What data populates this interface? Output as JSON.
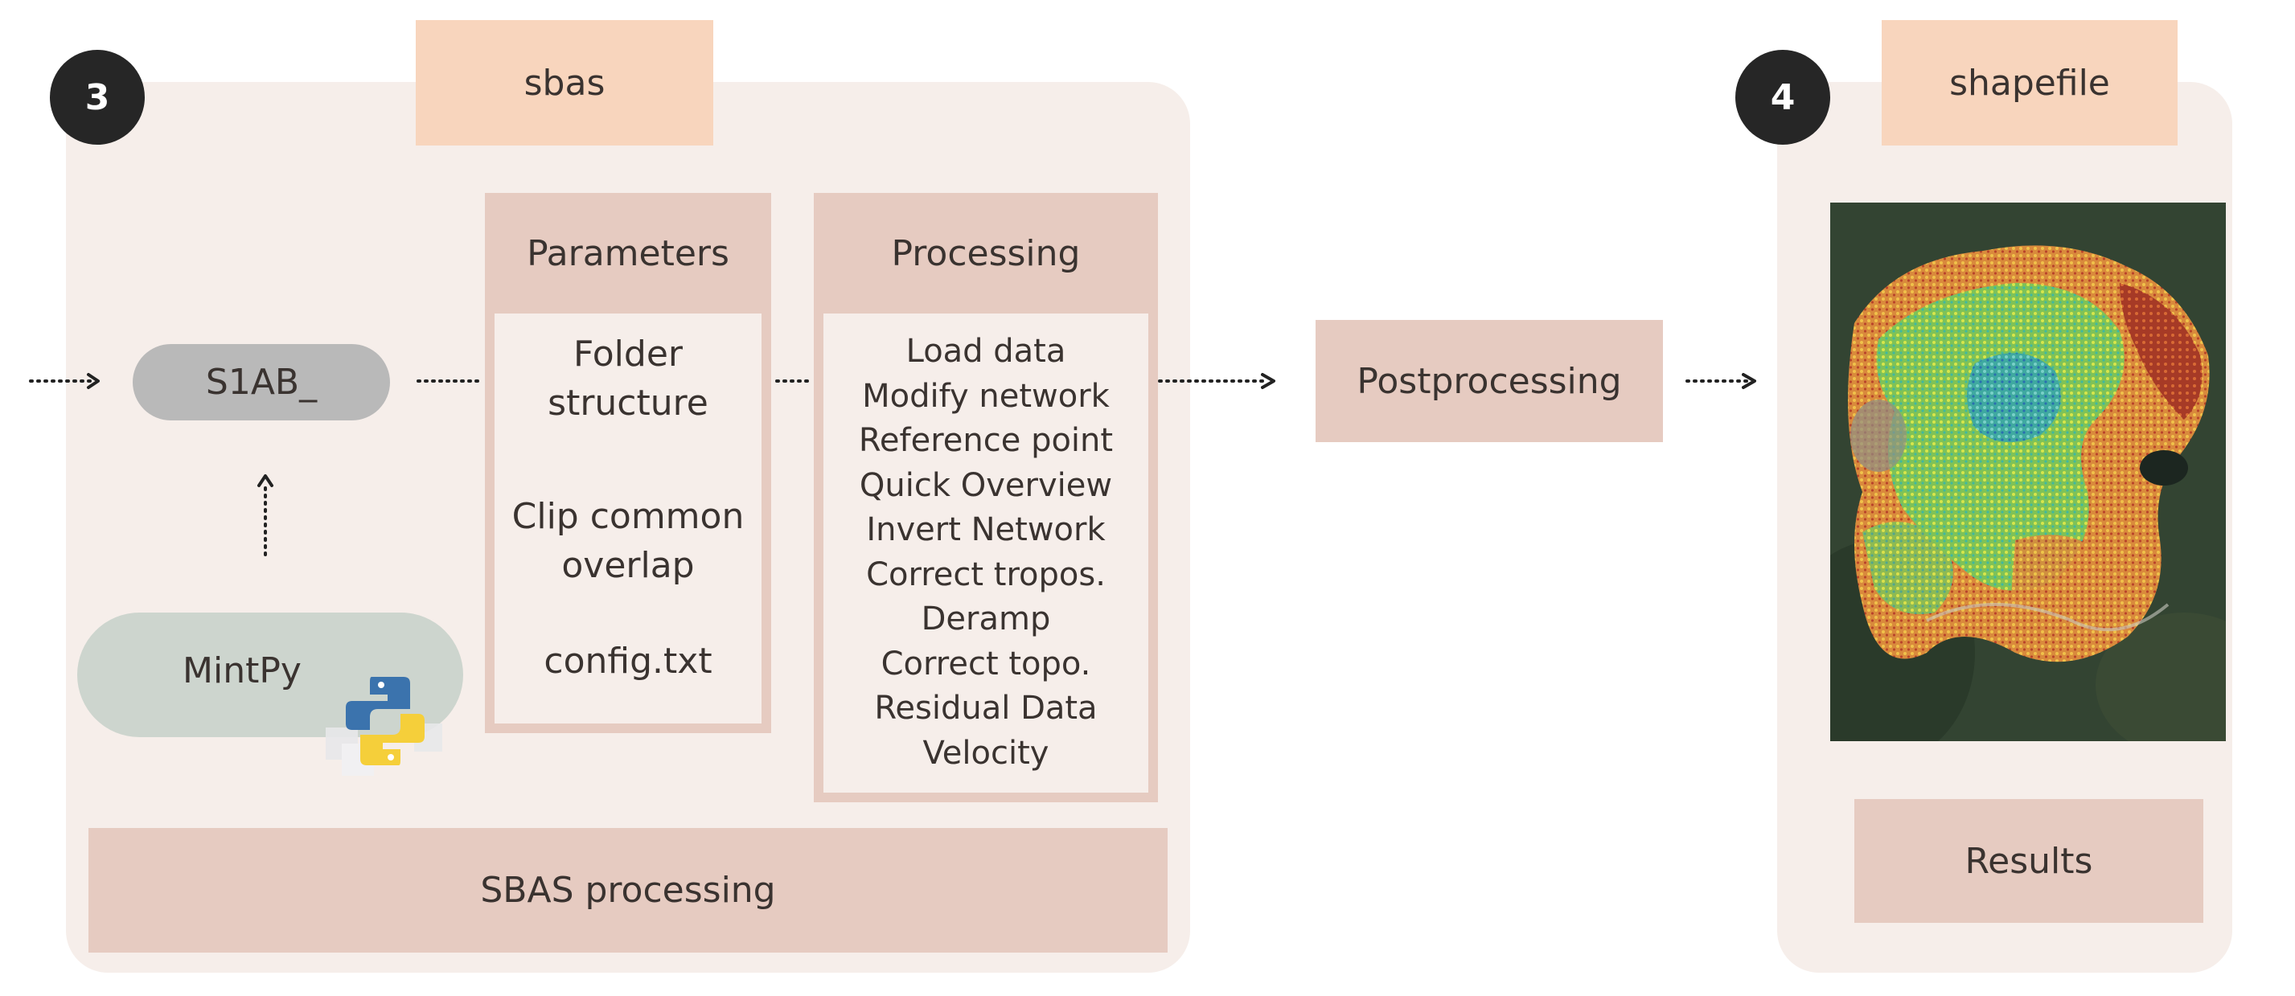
{
  "step3": {
    "number": "3",
    "tag": "sbas",
    "input_label": "S1AB_",
    "tool_label": "MintPy",
    "parameters": {
      "header": "Parameters",
      "items": [
        "Folder\nstructure",
        "Clip common\noverlap",
        "config.txt"
      ]
    },
    "processing": {
      "header": "Processing",
      "steps": [
        "Load data",
        "Modify network",
        "Reference point",
        "Quick Overview",
        "Invert Network",
        "Correct tropos.",
        "Deramp",
        "Correct topo.",
        "Residual Data",
        "Velocity"
      ]
    },
    "footer": "SBAS processing"
  },
  "postprocessing": "Postprocessing",
  "step4": {
    "number": "4",
    "tag": "shapefile",
    "results": "Results"
  },
  "icons": {
    "python_logo": "python-logo-icon",
    "map": "velocity-map-image"
  }
}
